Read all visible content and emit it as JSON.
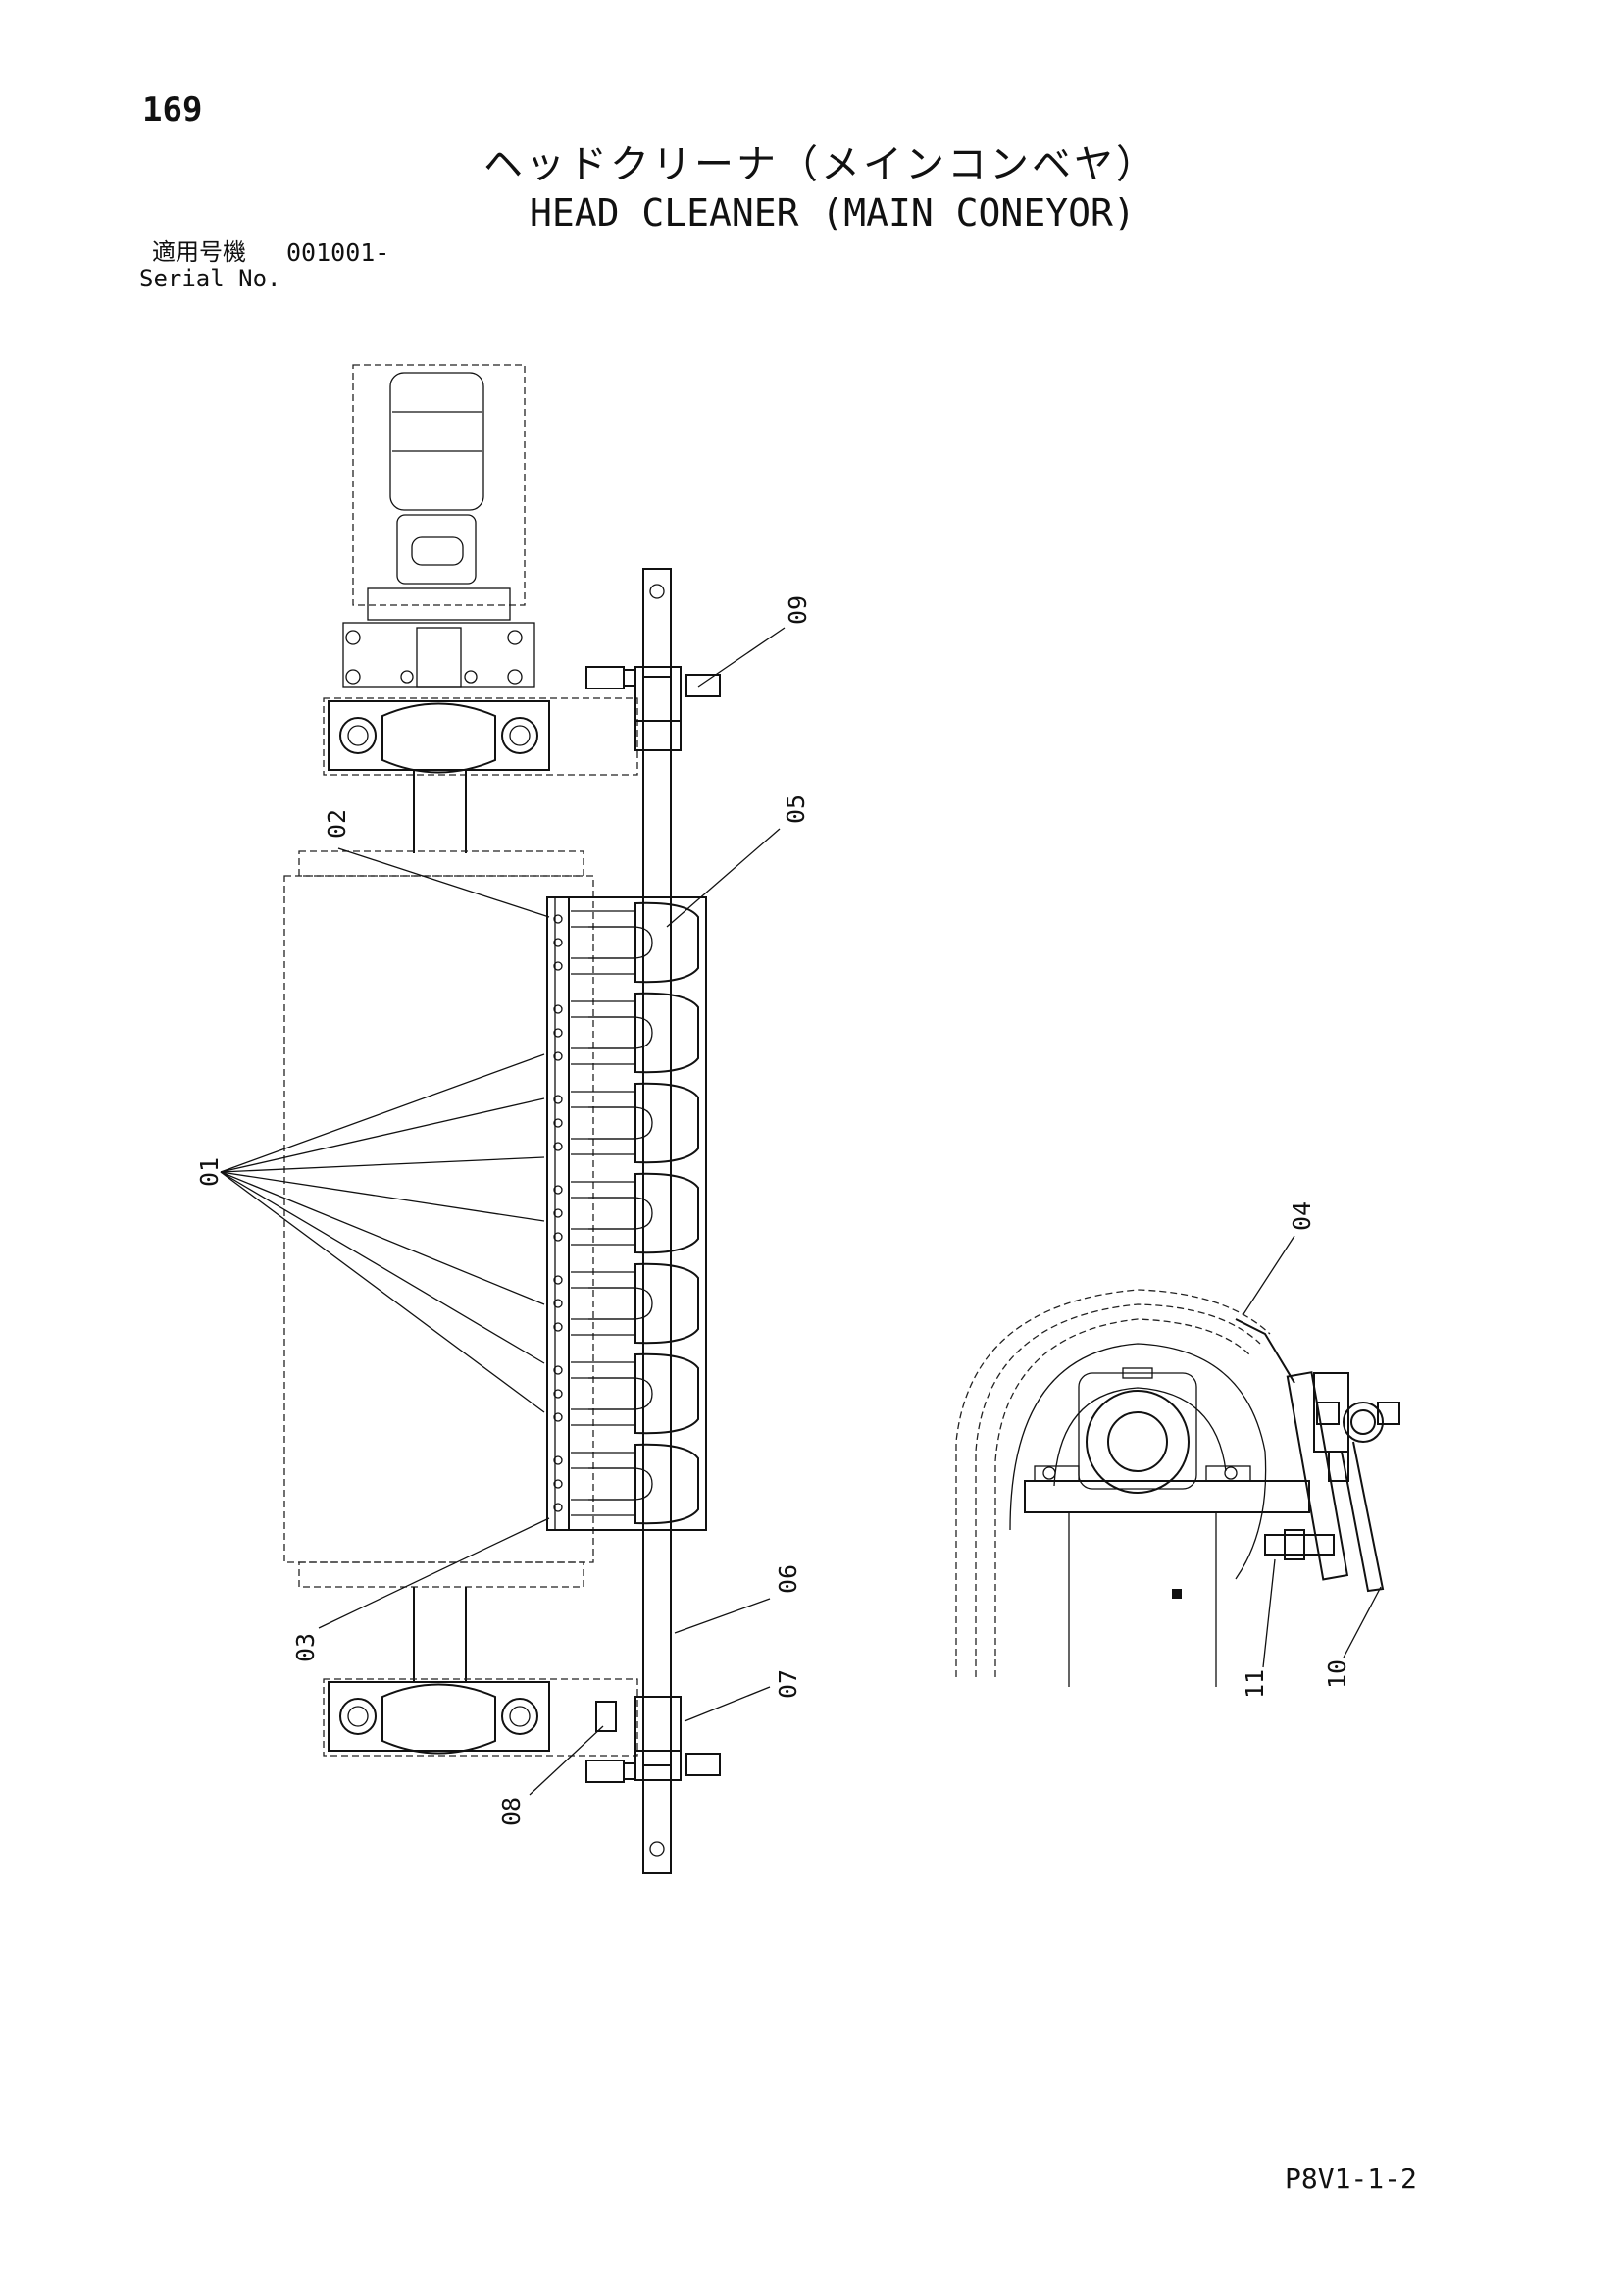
{
  "page": {
    "number": "169",
    "title_ja": "ヘッドクリーナ（メインコンベヤ）",
    "title_en": "HEAD CLEANER (MAIN CONEYOR)",
    "serial_label_ja": "適用号機",
    "serial_value": "001001-",
    "serial_label_en": "Serial No.",
    "drawing_code": "P8V1-1-2"
  },
  "callouts": {
    "c01": "01",
    "c02": "02",
    "c03": "03",
    "c04": "04",
    "c05": "05",
    "c06": "06",
    "c07": "07",
    "c08": "08",
    "c09": "09",
    "c10": "10",
    "c11": "11"
  }
}
